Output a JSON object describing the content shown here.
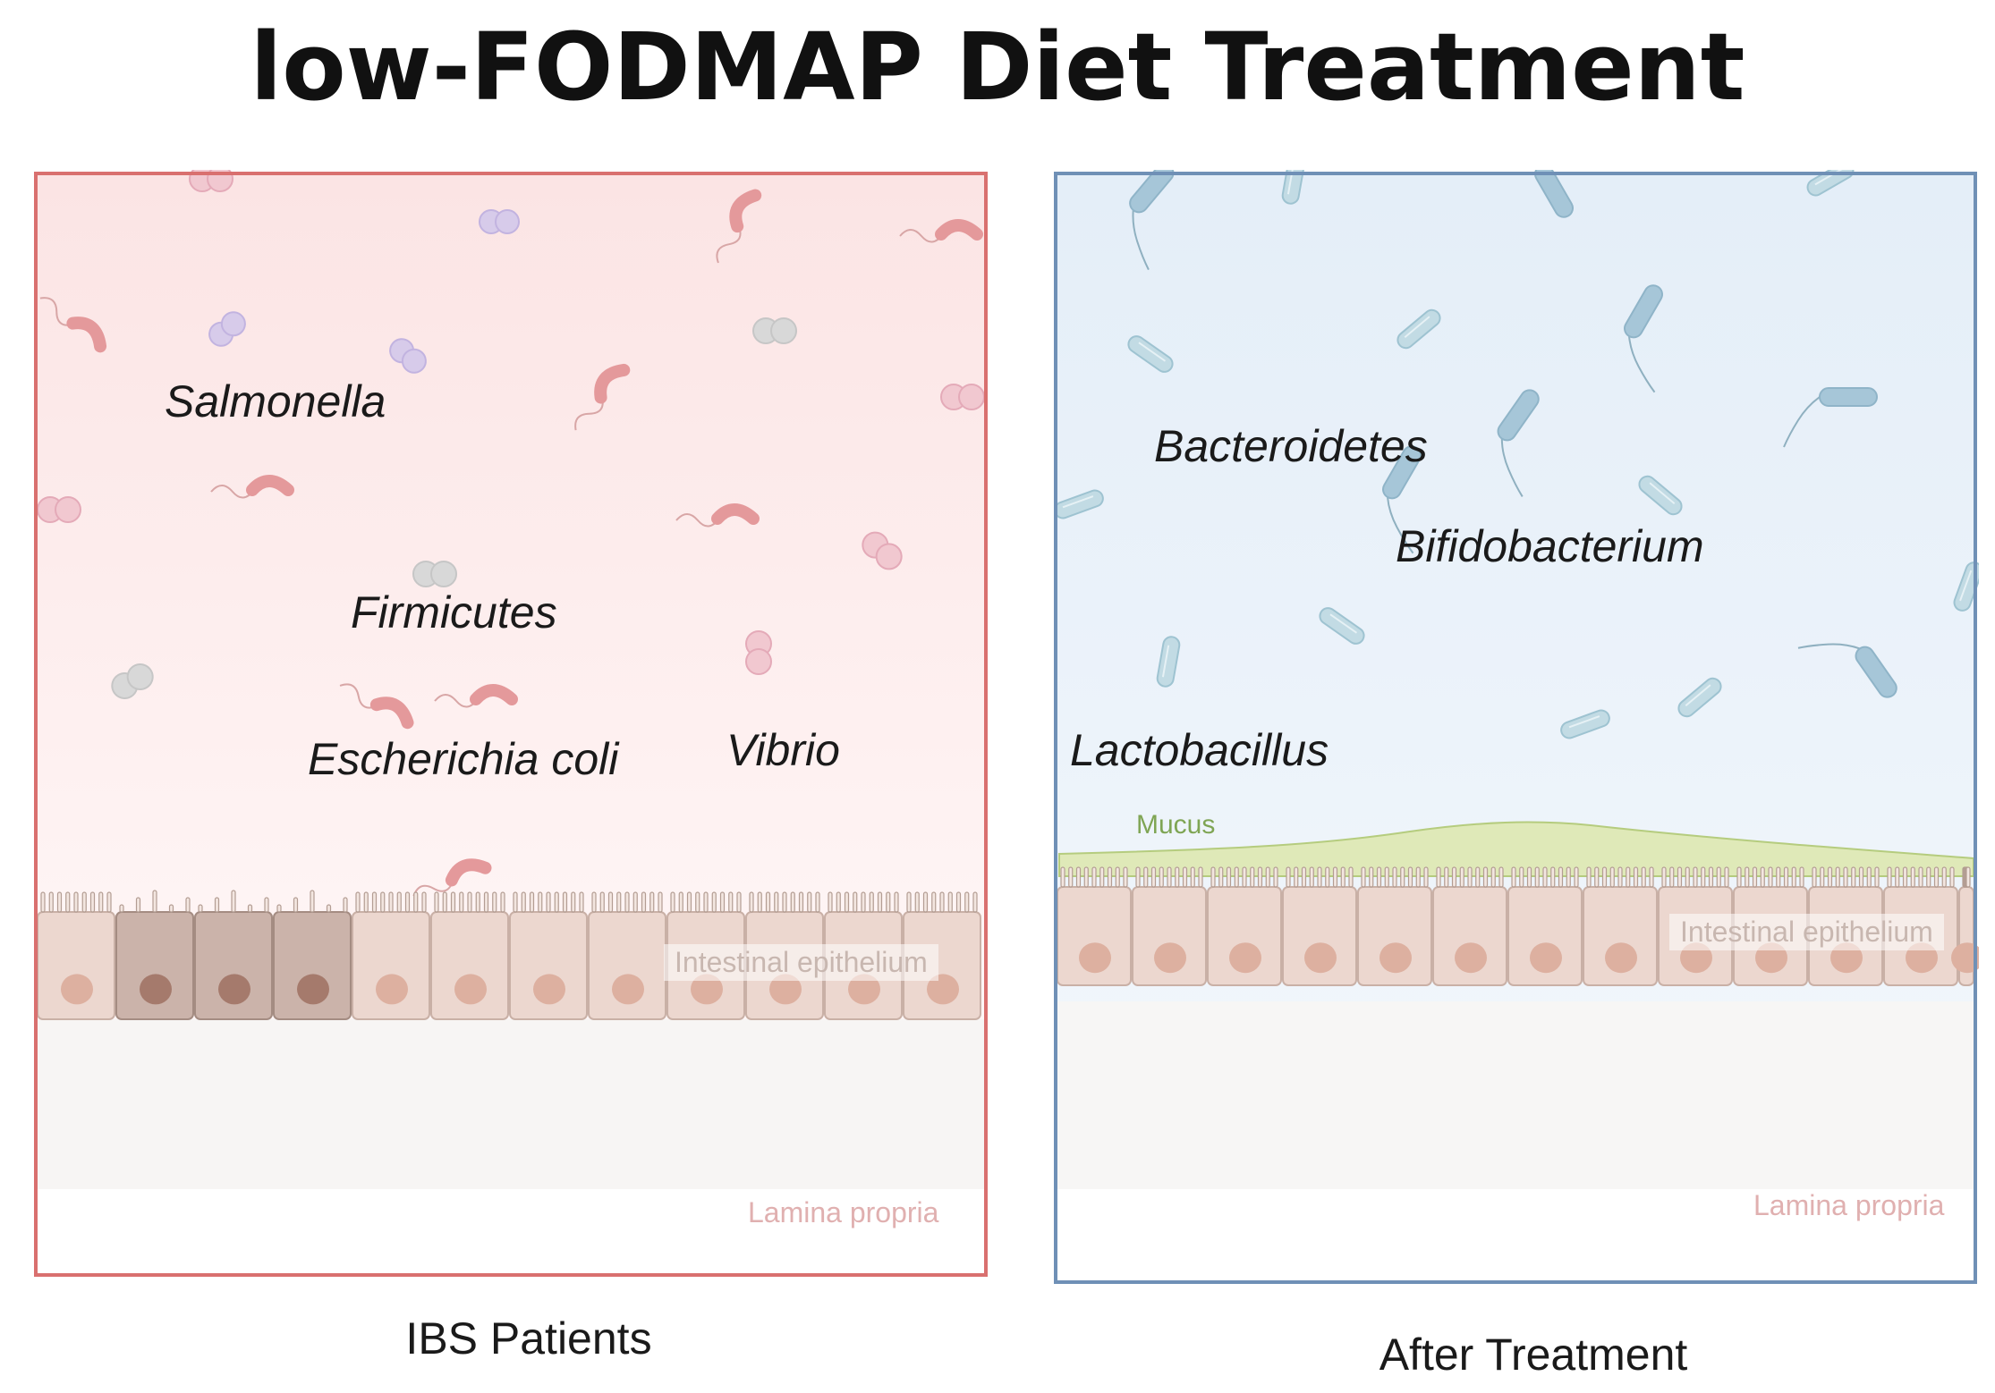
{
  "title": "low-FODMAP Diet Treatment",
  "left_panel": {
    "caption": "IBS Patients",
    "border_color": "#d9706f",
    "labels": {
      "salmonella": "Salmonella",
      "firmicutes": "Firmicutes",
      "e_coli": "Escherichia coli",
      "vibrio": "Vibrio",
      "epithelium": "Intestinal epithelium",
      "lamina": "Lamina propria"
    }
  },
  "right_panel": {
    "caption": "After Treatment",
    "border_color": "#6f90b6",
    "labels": {
      "bacteroidetes": "Bacteroidetes",
      "bifidobacterium": "Bifidobacterium",
      "lactobacillus": "Lactobacillus",
      "mucus": "Mucus",
      "epithelium": "Intestinal epithelium",
      "lamina": "Lamina propria"
    }
  }
}
